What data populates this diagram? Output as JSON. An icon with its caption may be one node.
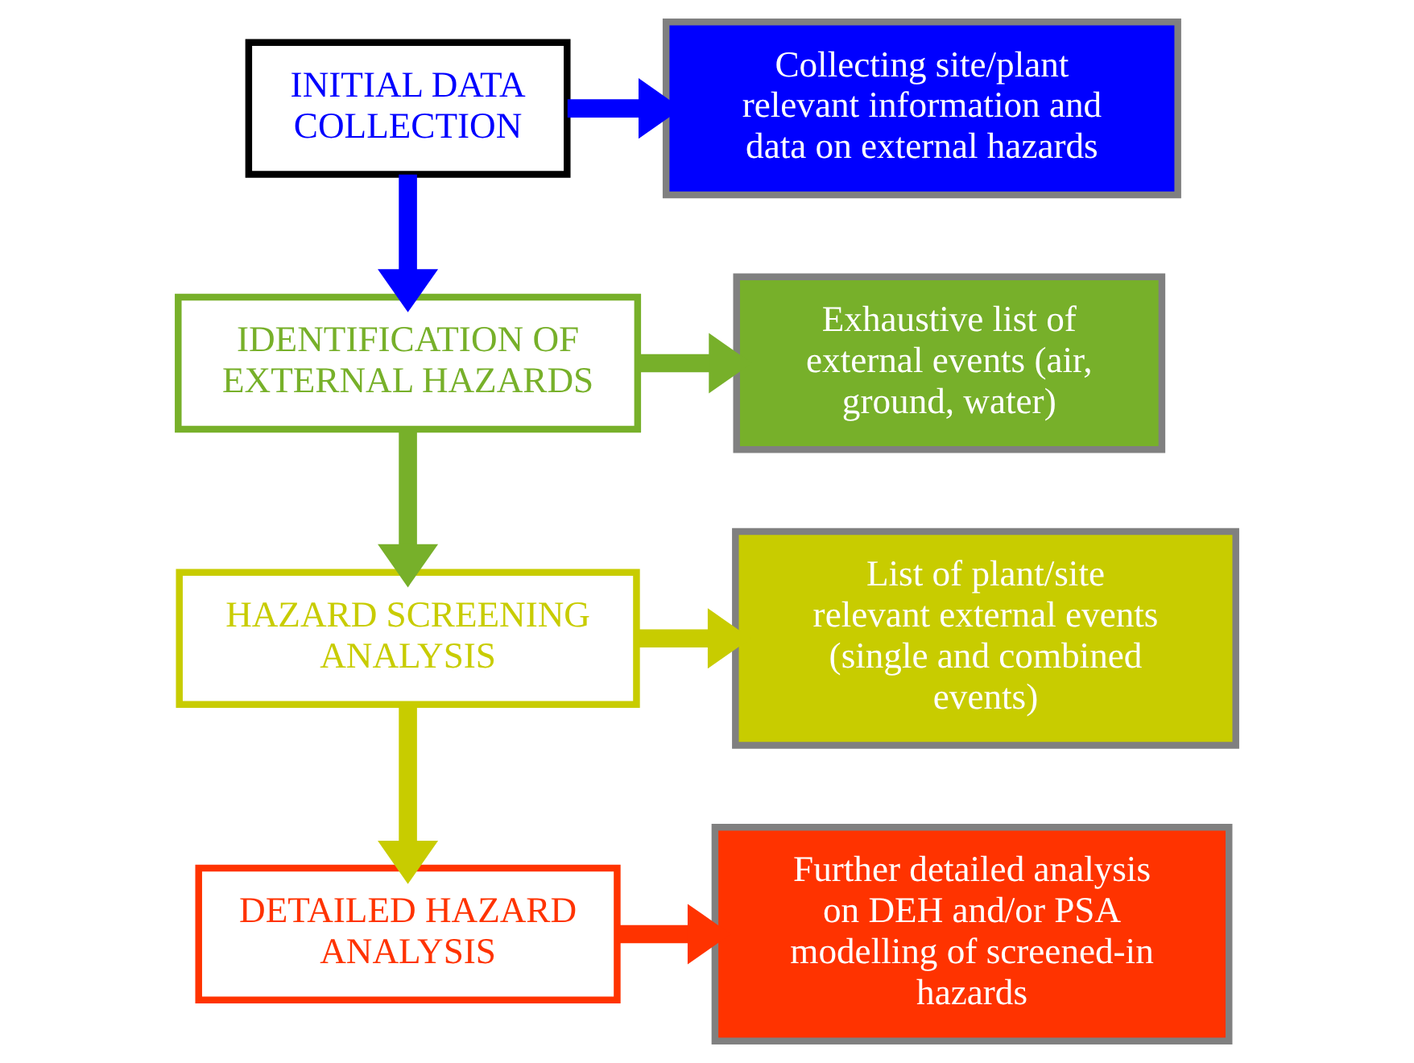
{
  "diagram": {
    "nodes": [
      {
        "text": [
          "INITIAL DATA COLLECTION"
        ]
      },
      {
        "text": [
          "Collecting site/plant relevant information and data on external hazards"
        ]
      },
      {
        "text": [
          "IDENTIFICATION OF EXTERNAL HAZARDS"
        ]
      },
      {
        "text": [
          "Exhaustive list of external events (air, ground, water)"
        ]
      },
      {
        "text": [
          "HAZARD SCREENING ANALYSIS"
        ]
      },
      {
        "text": [
          "List of plant/site relevant external events (single and combined events)"
        ]
      },
      {
        "text": [
          "DETAILED HAZARD ANALYSIS"
        ]
      },
      {
        "text": [
          "Further detailed analysis on DEH and/or PSA modelling of screened-in hazards"
        ]
      }
    ],
    "edges": [
      {
        "from": 0,
        "to": 1,
        "arrow": "to",
        "color": "#0000ff"
      },
      {
        "from": 0,
        "to": 2,
        "arrow": "to",
        "color": "#0000ff"
      },
      {
        "from": 2,
        "to": 3,
        "arrow": "to",
        "color": "#77b02a"
      },
      {
        "from": 2,
        "to": 4,
        "arrow": "to",
        "color": "#77b02a"
      },
      {
        "from": 4,
        "to": 5,
        "arrow": "to",
        "color": "#c8cc00"
      },
      {
        "from": 4,
        "to": 6,
        "arrow": "to",
        "color": "#c8cc00"
      },
      {
        "from": 6,
        "to": 7,
        "arrow": "to",
        "color": "#ff3300"
      }
    ]
  }
}
